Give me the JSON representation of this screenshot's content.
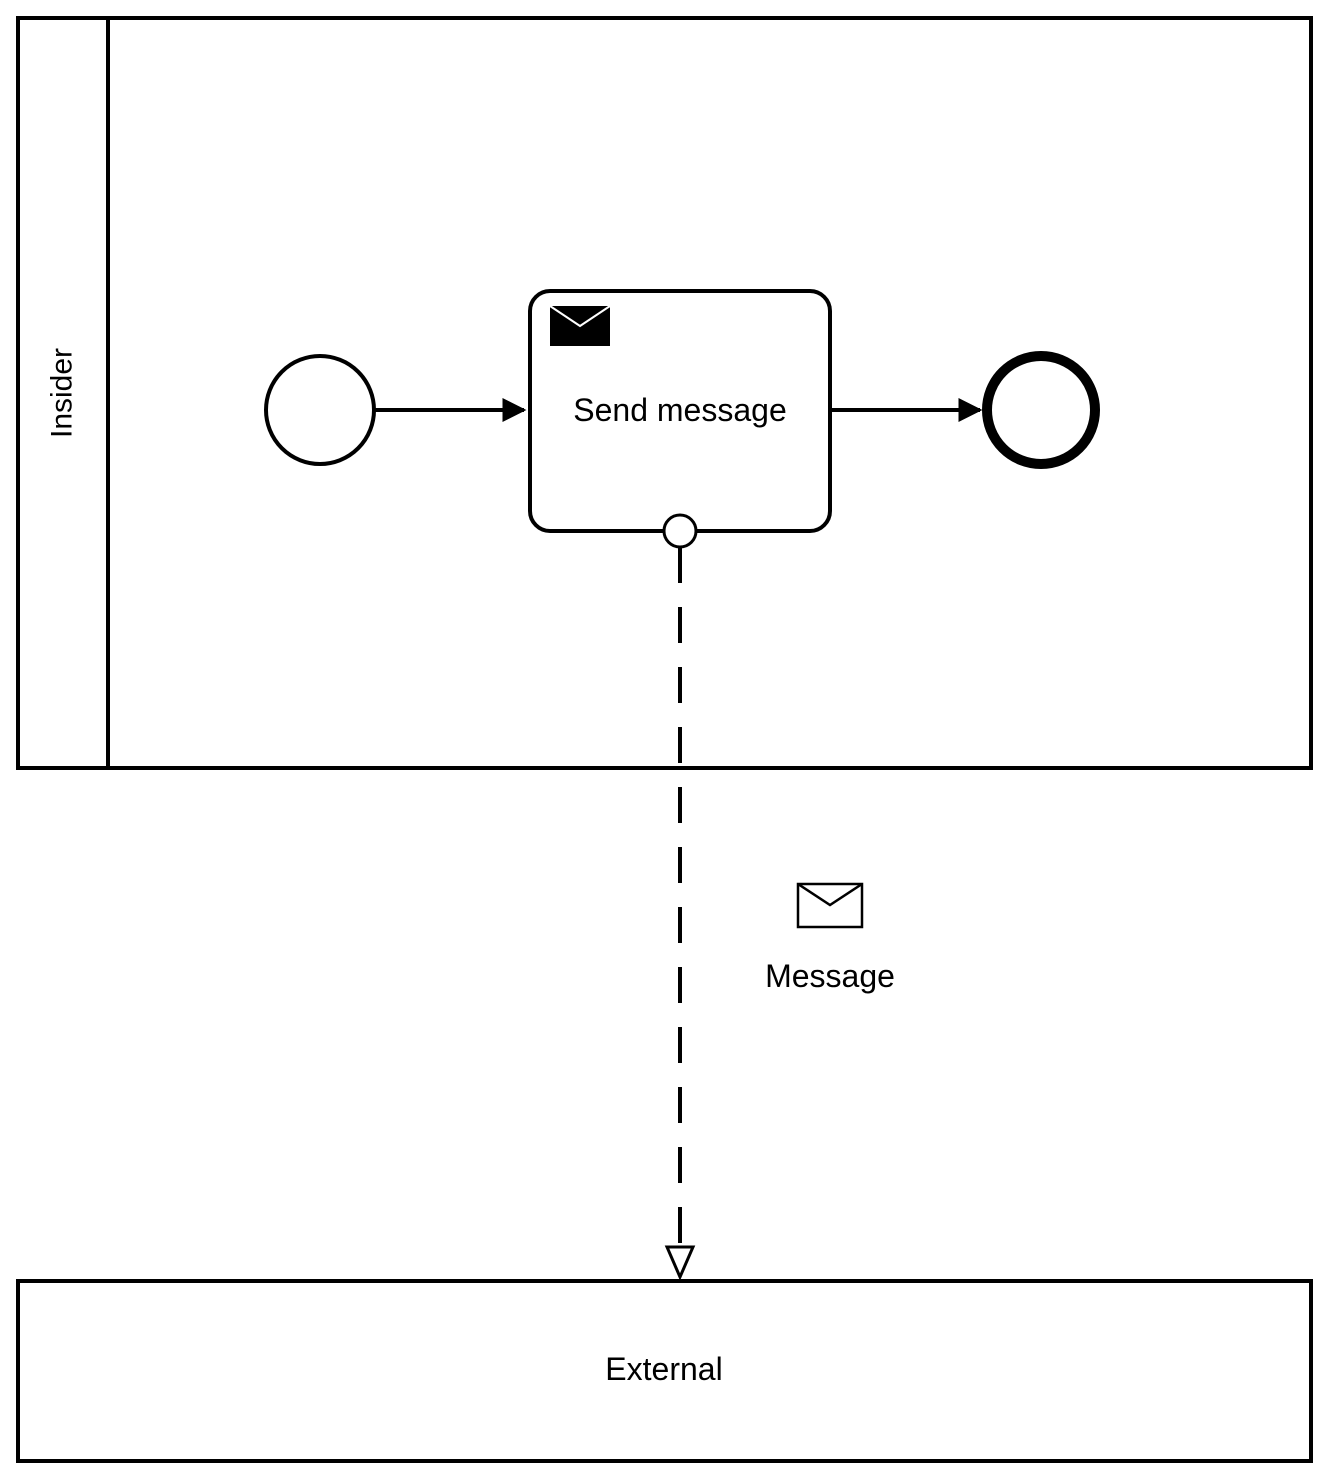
{
  "pool_insider": {
    "label": "Insider"
  },
  "task": {
    "label": "Send message",
    "task_type_icon": "send-envelope-icon"
  },
  "message_flow": {
    "label": "Message",
    "message_icon": "envelope-icon"
  },
  "pool_external": {
    "label": "External"
  },
  "colors": {
    "stroke": "#000000",
    "background": "#ffffff"
  }
}
